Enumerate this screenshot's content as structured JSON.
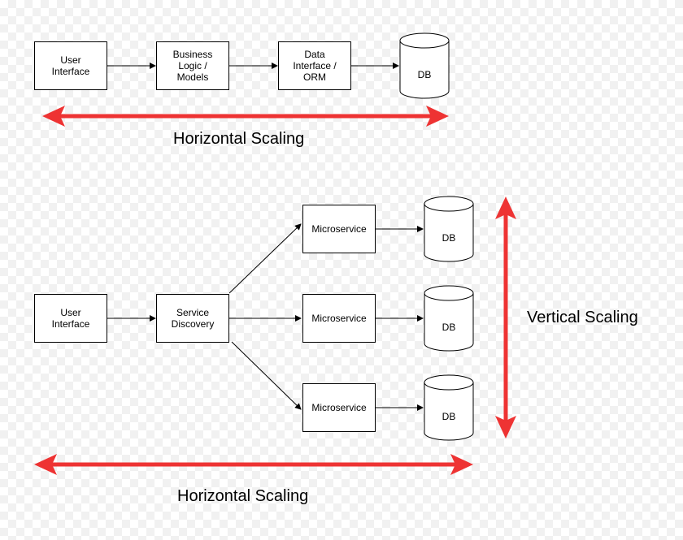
{
  "top_flow": {
    "user_interface": "User\nInterface",
    "business_logic": "Business\nLogic /\nModels",
    "data_interface": "Data\nInterface /\nORM",
    "db": "DB"
  },
  "bottom_flow": {
    "user_interface": "User\nInterface",
    "service_discovery": "Service\nDiscovery",
    "microservices": [
      "Microservice",
      "Microservice",
      "Microservice"
    ],
    "dbs": [
      "DB",
      "DB",
      "DB"
    ]
  },
  "labels": {
    "horizontal_top": "Horizontal Scaling",
    "vertical": "Vertical Scaling",
    "horizontal_bottom": "Horizontal Scaling"
  },
  "colors": {
    "arrow_red": "#ee3333",
    "line": "#000000"
  }
}
